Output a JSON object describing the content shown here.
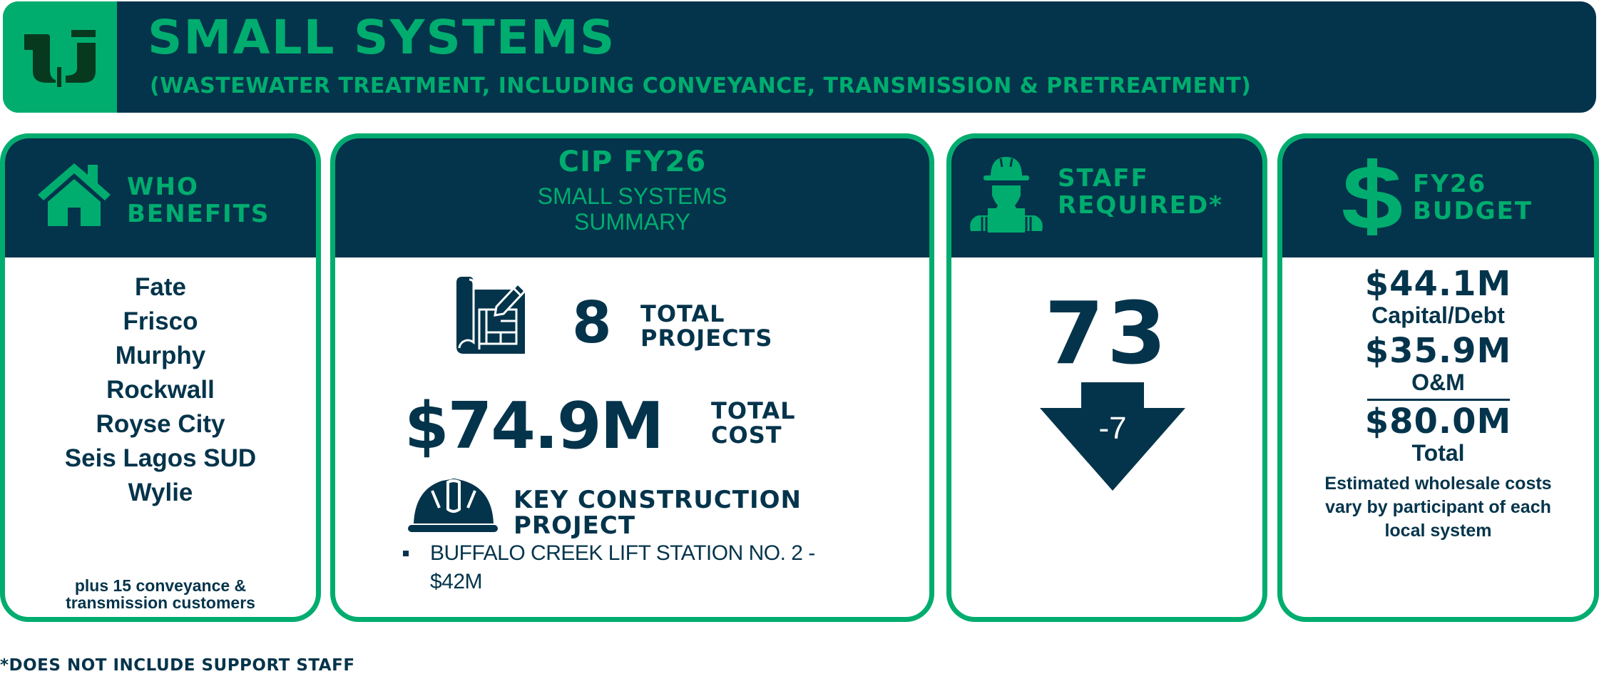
{
  "header": {
    "logo_icon": "pipe-logo-icon",
    "title": "SMALL SYSTEMS",
    "subtitle": "(WASTEWATER TREATMENT, INCLUDING CONVEYANCE, TRANSMISSION & PRETREATMENT)"
  },
  "colors": {
    "navy": "#03344b",
    "green": "#00ad6f",
    "logo_dark": "#07391f",
    "white": "#ffffff"
  },
  "who_benefits": {
    "icon": "house-icon",
    "title_line1": "WHO",
    "title_line2": "BENEFITS",
    "cities": [
      "Fate",
      "Frisco",
      "Murphy",
      "Rockwall",
      "Royse City",
      "Seis Lagos SUD",
      "Wylie"
    ],
    "footnote_line1": "plus 15 conveyance &",
    "footnote_line2": "transmission customers"
  },
  "cip": {
    "title": "CIP FY26",
    "subtitle_line1": "SMALL SYSTEMS",
    "subtitle_line2": "SUMMARY",
    "projects_icon": "blueprint-icon",
    "total_projects": "8",
    "projects_label_line1": "TOTAL",
    "projects_label_line2": "PROJECTS",
    "total_cost": "$74.9M",
    "cost_label_line1": "TOTAL",
    "cost_label_line2": "COST",
    "key_icon": "hard-hat-icon",
    "key_label_line1": "KEY CONSTRUCTION",
    "key_label_line2": "PROJECT",
    "key_projects": [
      "BUFFALO CREEK LIFT STATION NO. 2 - $42M"
    ]
  },
  "staff": {
    "icon": "construction-worker-icon",
    "title_line1": "STAFF",
    "title_line2": "REQUIRED*",
    "count": "73",
    "change": "-7",
    "change_icon": "down-arrow-icon"
  },
  "budget": {
    "icon": "dollar-icon",
    "title_line1": "FY26",
    "title_line2": "BUDGET",
    "capital_amount": "$44.1M",
    "capital_label": "Capital/Debt",
    "om_amount": "$35.9M",
    "om_label": "O&M",
    "total_amount": "$80.0M",
    "total_label": "Total",
    "note": "Estimated wholesale costs vary by participant of each local system"
  },
  "footnote": "*DOES NOT INCLUDE SUPPORT STAFF"
}
